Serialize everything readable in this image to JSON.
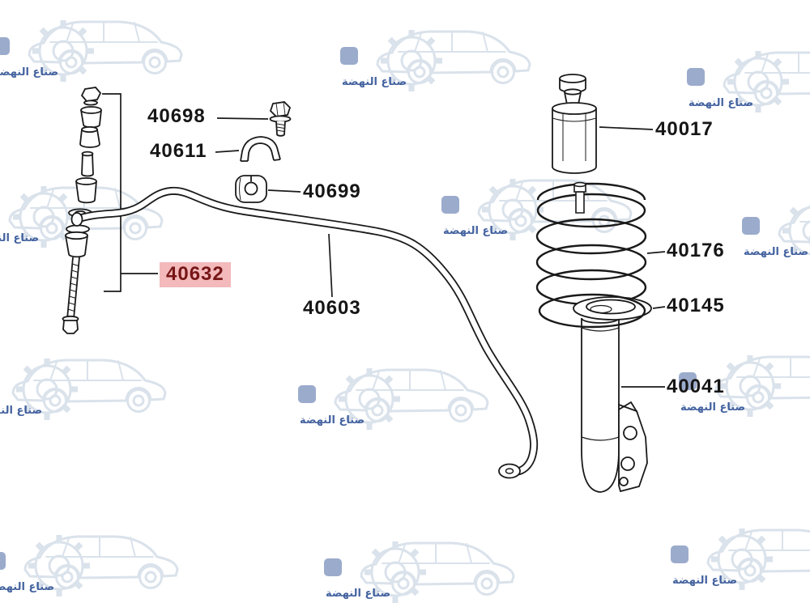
{
  "watermark": {
    "text": "صناع النهضة",
    "shape_color": "#b7c6d9",
    "text_color": "#23478f"
  },
  "diagram": {
    "highlight_bg": "#f3b9bb",
    "highlight_fg": "#771617",
    "labels": [
      {
        "id": "40698",
        "text": "40698",
        "highlighted": false
      },
      {
        "id": "40611",
        "text": "40611",
        "highlighted": false
      },
      {
        "id": "40699",
        "text": "40699",
        "highlighted": false
      },
      {
        "id": "40632",
        "text": "40632",
        "highlighted": true
      },
      {
        "id": "40603",
        "text": "40603",
        "highlighted": false
      },
      {
        "id": "40017",
        "text": "40017",
        "highlighted": false
      },
      {
        "id": "40176",
        "text": "40176",
        "highlighted": false
      },
      {
        "id": "40145",
        "text": "40145",
        "highlighted": false
      },
      {
        "id": "40041",
        "text": "40041",
        "highlighted": false
      }
    ]
  }
}
